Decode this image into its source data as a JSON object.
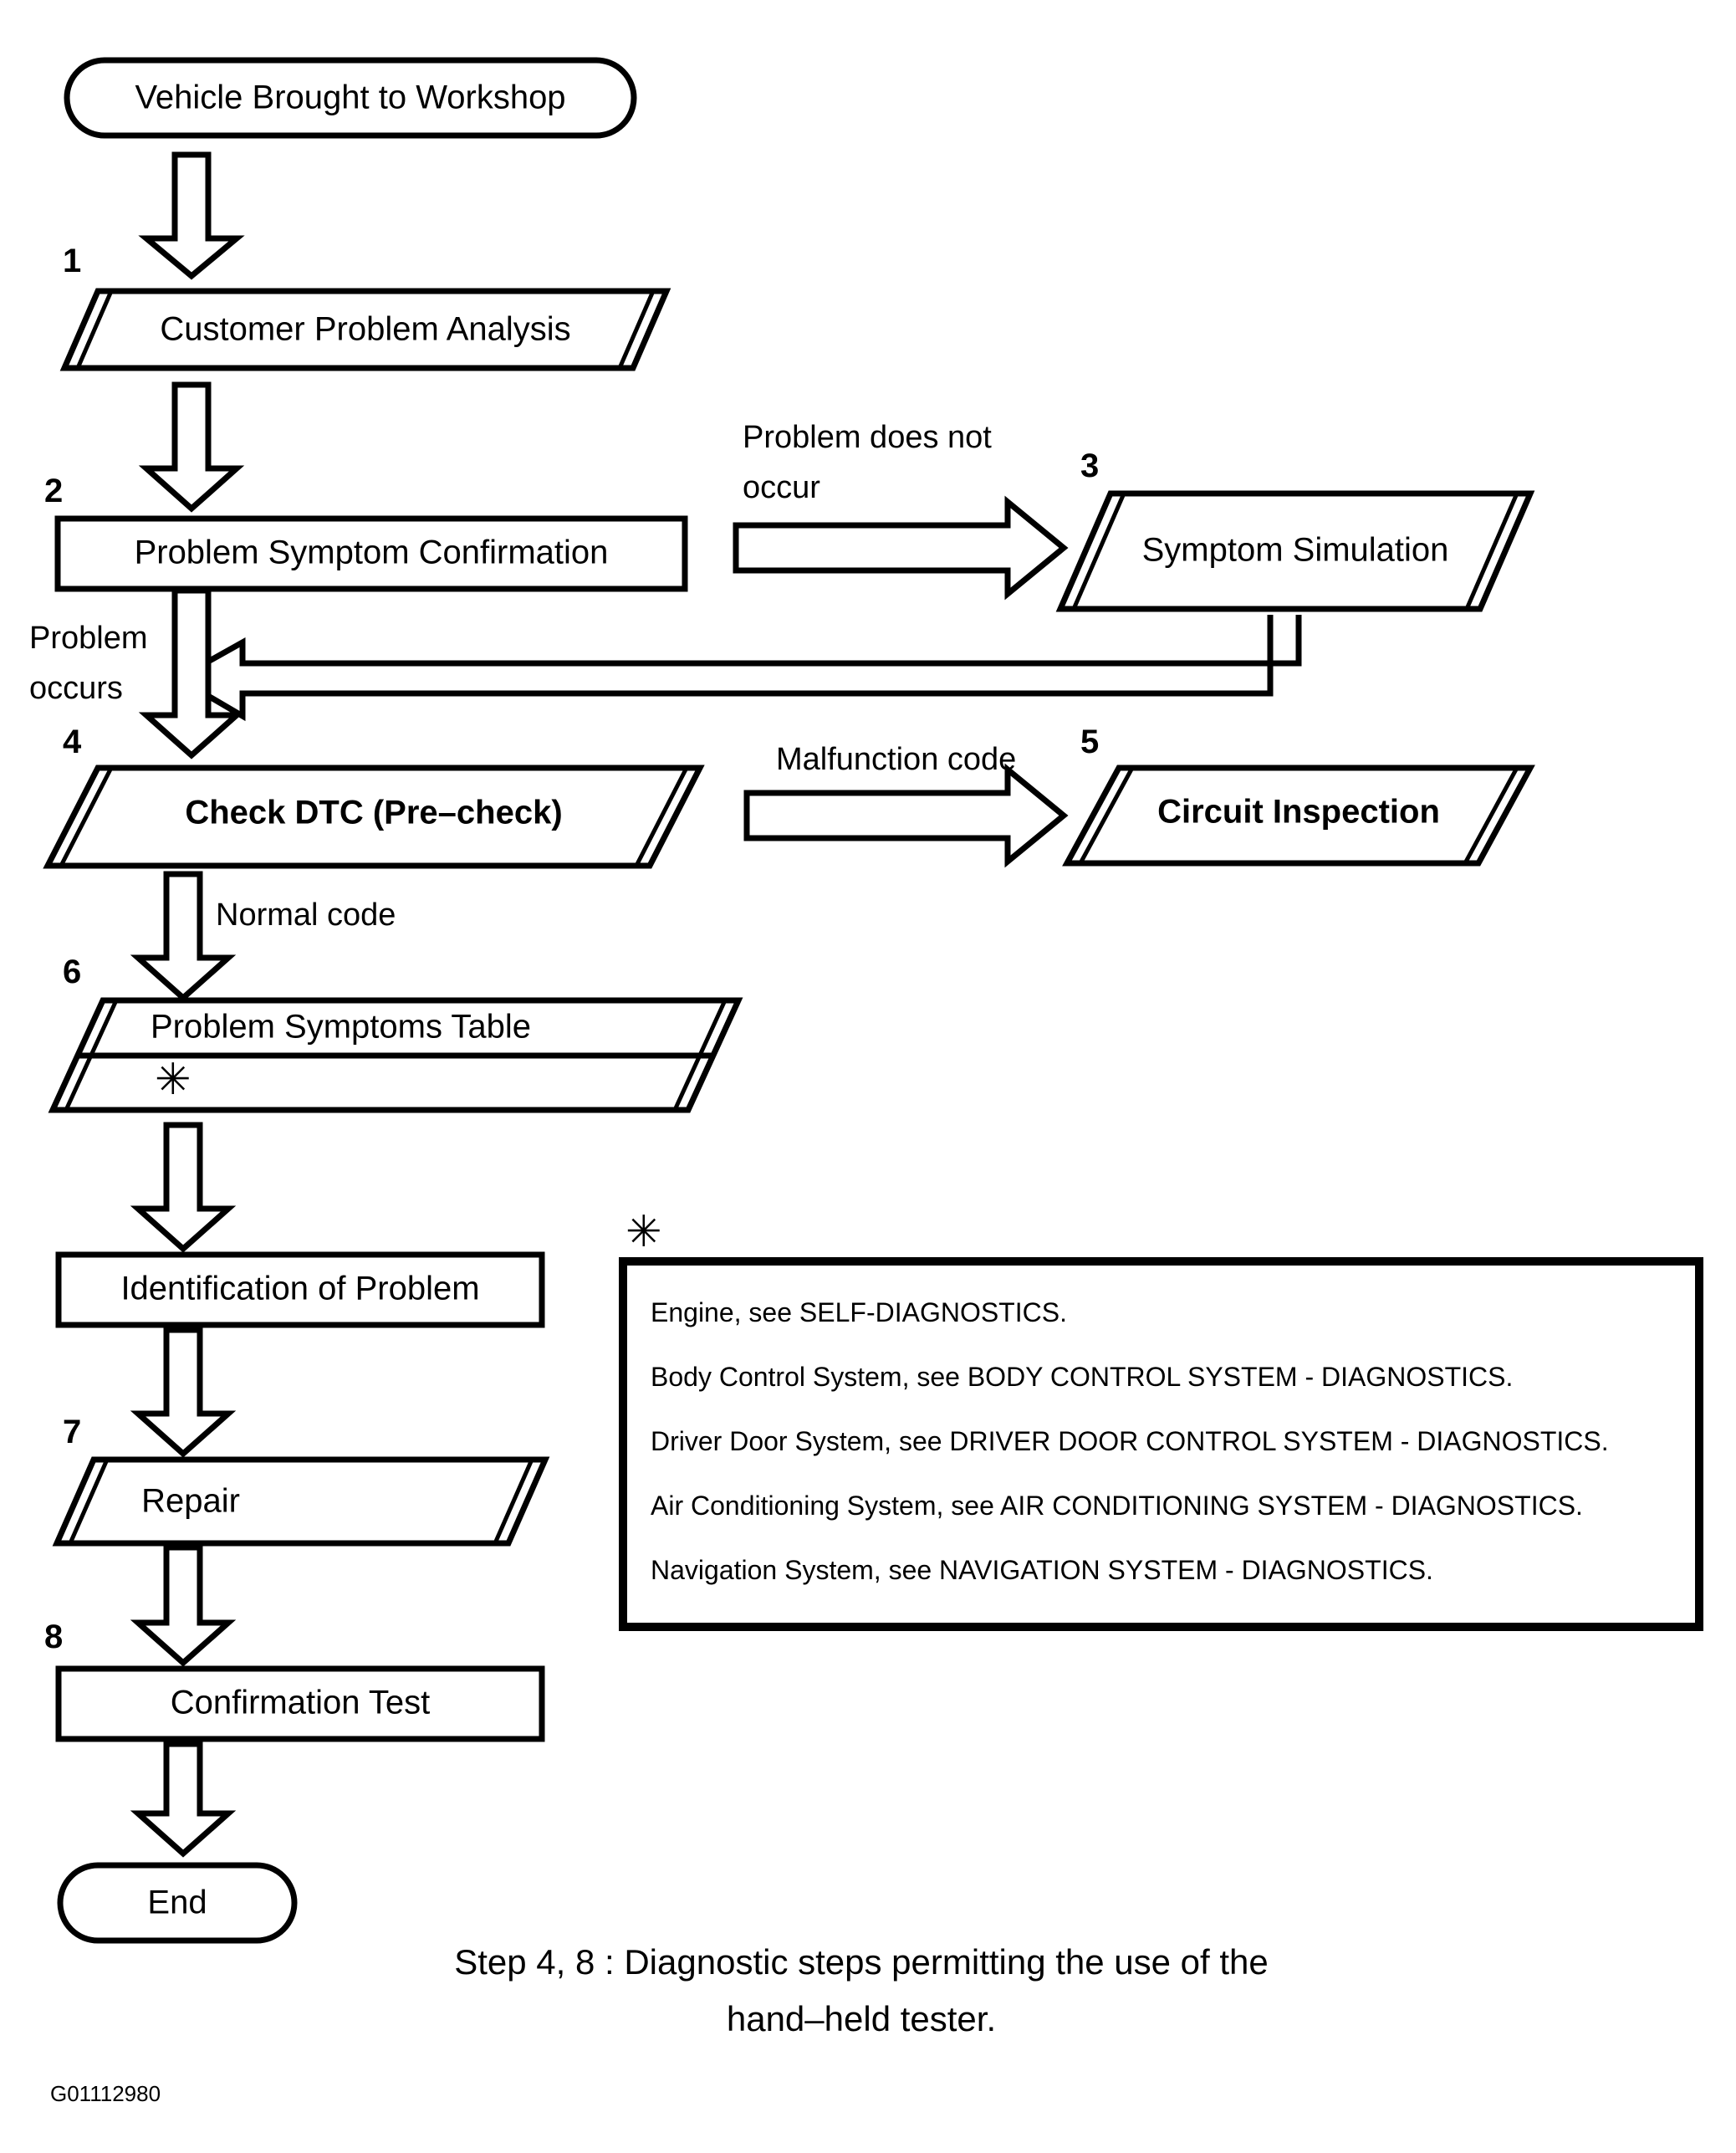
{
  "figure": {
    "id_code": "G01112980",
    "caption_line1": "Step 4, 8 : Diagnostic steps permitting the use of the",
    "caption_line2": "hand–held tester.",
    "asterisk_symbol": "✳"
  },
  "nodes": {
    "start": {
      "label": "Vehicle Brought to Workshop",
      "shape": "capsule",
      "step": ""
    },
    "step1": {
      "label": "Customer Problem Analysis",
      "shape": "parallelogram",
      "step": "1"
    },
    "step2": {
      "label": "Problem Symptom Confirmation",
      "shape": "rectangle",
      "step": "2"
    },
    "step3": {
      "label": "Symptom Simulation",
      "shape": "parallelogram",
      "step": "3"
    },
    "step4": {
      "label": "Check DTC (Pre–check)",
      "shape": "parallelogram",
      "step": "4",
      "bold": true
    },
    "step5": {
      "label": "Circuit Inspection",
      "shape": "parallelogram",
      "step": "5",
      "bold": true
    },
    "step6": {
      "label": "Problem Symptoms Table",
      "shape": "parallelogram-split",
      "step": "6",
      "sub_label": "✳"
    },
    "identification": {
      "label": "Identification of Problem",
      "shape": "rectangle",
      "step": ""
    },
    "step7": {
      "label": "Repair",
      "shape": "parallelogram",
      "step": "7"
    },
    "step8": {
      "label": "Confirmation Test",
      "shape": "rectangle",
      "step": "8"
    },
    "end": {
      "label": "End",
      "shape": "capsule",
      "step": ""
    }
  },
  "edge_labels": {
    "problem_does_not_occur_l1": "Problem  does  not",
    "problem_does_not_occur_l2": "occur",
    "problem_occurs_l1": "Problem",
    "problem_occurs_l2": "occurs",
    "malfunction_code": "Malfunction code",
    "normal_code": "Normal code"
  },
  "note_box": {
    "marker": "✳",
    "lines": [
      "Engine, see SELF-DIAGNOSTICS.",
      "Body Control System, see BODY CONTROL SYSTEM - DIAGNOSTICS.",
      "Driver Door  System, see DRIVER DOOR CONTROL SYSTEM - DIAGNOSTICS.",
      "Air Conditioning System, see AIR CONDITIONING SYSTEM - DIAGNOSTICS.",
      "Navigation System, see NAVIGATION SYSTEM - DIAGNOSTICS."
    ]
  },
  "colors": {
    "ink": "#000000",
    "paper": "#ffffff"
  }
}
